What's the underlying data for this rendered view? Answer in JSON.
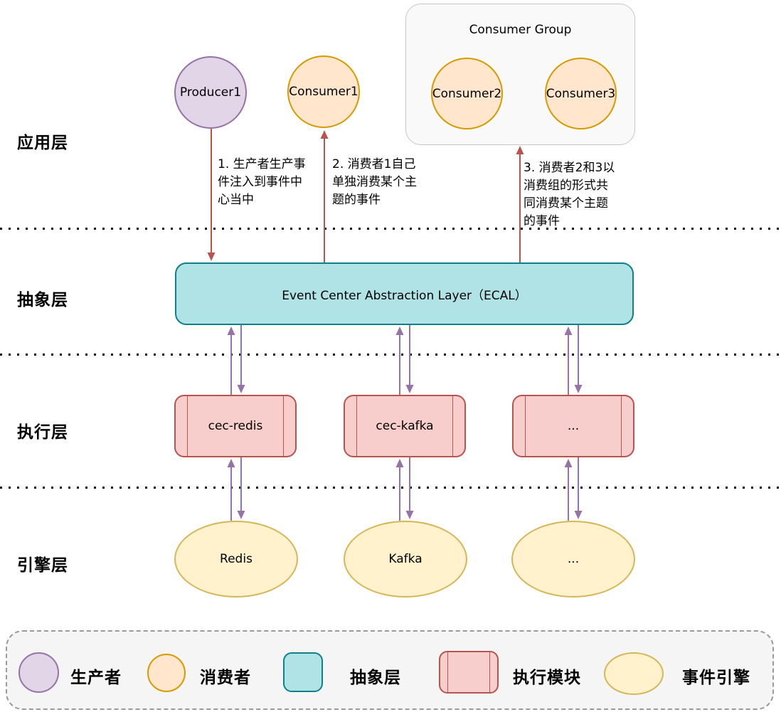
{
  "layers": [
    {
      "label": "应用层"
    },
    {
      "label": "抽象层"
    },
    {
      "label": "执行层"
    },
    {
      "label": "引擎层"
    }
  ],
  "nodes": {
    "producer1": "Producer1",
    "consumer1": "Consumer1",
    "consumer_group_title": "Consumer Group",
    "consumer2": "Consumer2",
    "consumer3": "Consumer3",
    "ecal": "Event Center Abstraction Layer（ECAL）",
    "modules": [
      "cec-redis",
      "cec-kafka",
      "..."
    ],
    "engines": [
      "Redis",
      "Kafka",
      "..."
    ]
  },
  "annotations": [
    {
      "text": "1. 生产者生产事\n件注入到事件中\n心当中"
    },
    {
      "text": "2. 消费者1自己\n单独消费某个主\n题的事件"
    },
    {
      "text": "3. 消费者2和3以\n消费组的形式共\n同消费某个主题\n的事件"
    }
  ],
  "legend": {
    "items": [
      {
        "icon": "producer-circle-icon",
        "label": "生产者"
      },
      {
        "icon": "consumer-circle-icon",
        "label": "消费者"
      },
      {
        "icon": "abstraction-square-icon",
        "label": "抽象层"
      },
      {
        "icon": "execution-module-icon",
        "label": "执行模块"
      },
      {
        "icon": "engine-ellipse-icon",
        "label": "事件引擎"
      }
    ]
  },
  "colors": {
    "producer_fill": "#e1d5e7",
    "producer_stroke": "#9673a6",
    "consumer_fill": "#ffe6cc",
    "consumer_stroke": "#d79b00",
    "abstraction_fill": "#b0e3e5",
    "abstraction_stroke": "#0e8088",
    "execution_fill": "#f8cecc",
    "execution_stroke": "#b85450",
    "engine_fill": "#fff2cc",
    "engine_stroke": "#d6b656",
    "app_arrow": "#b85450",
    "internal_arrow": "#9673a6"
  }
}
